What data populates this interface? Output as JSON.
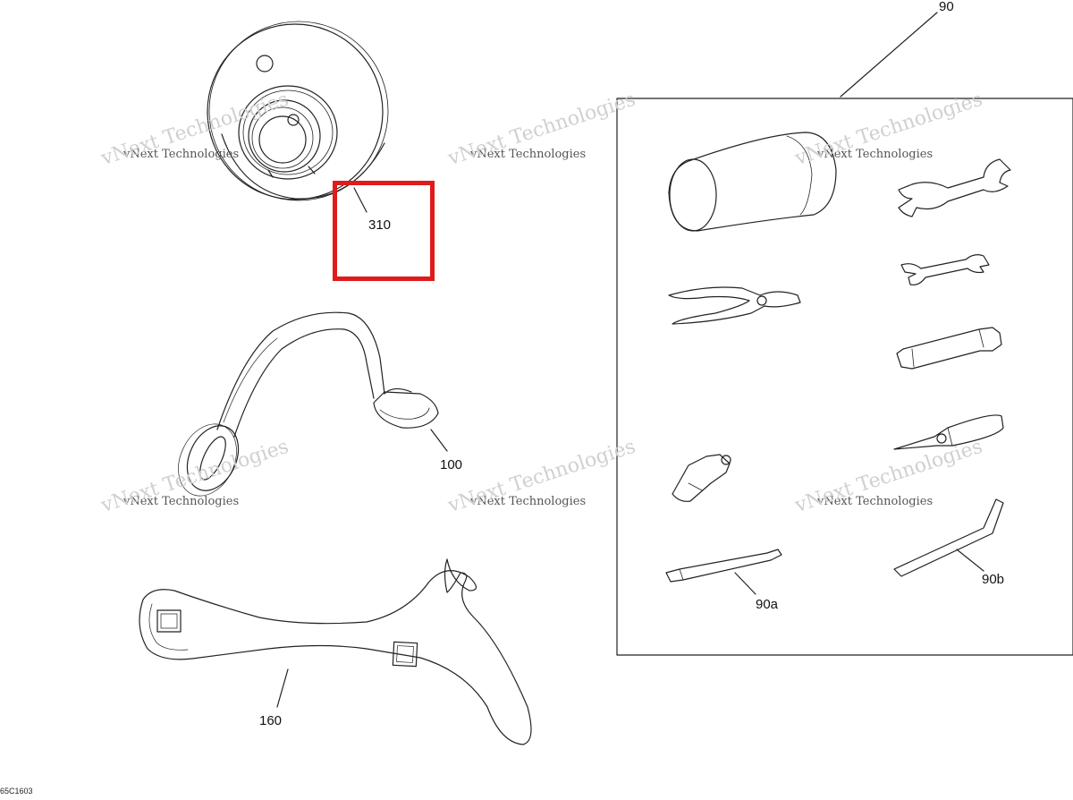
{
  "callouts": {
    "c310": "310",
    "c100": "100",
    "c160": "160",
    "c90": "90",
    "c90a": "90a",
    "c90b": "90b"
  },
  "watermark": {
    "line1": "vNext Technologies",
    "line2": "vNext Technologies"
  },
  "doc_id": "65C1603",
  "colors": {
    "line": "#222222",
    "highlight": "#e01b1b",
    "watermark": "#bdbdbd"
  },
  "highlighted_callout": "310"
}
